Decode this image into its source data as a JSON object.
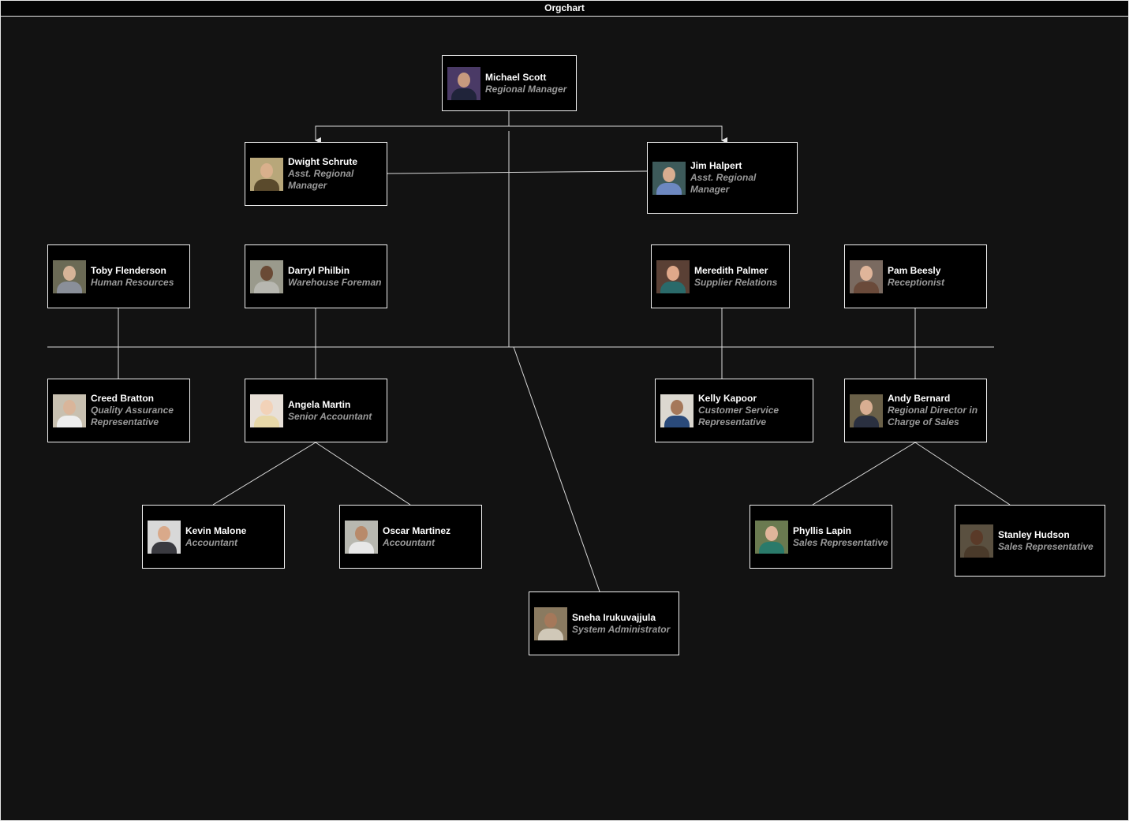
{
  "window": {
    "title": "Orgchart"
  },
  "employees": [
    {
      "id": "michael",
      "name": "Michael Scott",
      "title": "Regional Manager",
      "photo": {
        "bg": "#4a3a66",
        "face": "#c79a7e",
        "shirt": "#20243a"
      }
    },
    {
      "id": "dwight",
      "name": "Dwight Schrute",
      "title": [
        "Asst. Regional",
        "Manager"
      ],
      "photo": {
        "bg": "#b8a77a",
        "face": "#d9b08c",
        "shirt": "#5a4a2c"
      }
    },
    {
      "id": "jim",
      "name": "Jim Halpert",
      "title": [
        "Asst. Regional",
        "Manager"
      ],
      "photo": {
        "bg": "#3d5a5a",
        "face": "#d8ad90",
        "shirt": "#6d88c0"
      }
    },
    {
      "id": "toby",
      "name": "Toby Flenderson",
      "title": "Human Resources",
      "photo": {
        "bg": "#6b6a55",
        "face": "#d6b397",
        "shirt": "#8a8f99"
      }
    },
    {
      "id": "darryl",
      "name": "Darryl Philbin",
      "title": "Warehouse Foreman",
      "photo": {
        "bg": "#9a9a8c",
        "face": "#6a4a35",
        "shirt": "#b7b7b0"
      }
    },
    {
      "id": "meredith",
      "name": "Meredith Palmer",
      "title": "Supplier Relations",
      "photo": {
        "bg": "#5a4035",
        "face": "#e0a88a",
        "shirt": "#2a6a6a"
      }
    },
    {
      "id": "pam",
      "name": "Pam Beesly",
      "title": "Receptionist",
      "photo": {
        "bg": "#7a6a60",
        "face": "#e0b59a",
        "shirt": "#6a4a3a"
      }
    },
    {
      "id": "creed",
      "name": "Creed Bratton",
      "title": [
        "Quality Assurance",
        "Representative"
      ],
      "photo": {
        "bg": "#c8c0b0",
        "face": "#d9b59a",
        "shirt": "#eeeeee"
      }
    },
    {
      "id": "angela",
      "name": "Angela Martin",
      "title": "Senior Accountant",
      "photo": {
        "bg": "#e8e0d8",
        "face": "#f2d2b8",
        "shirt": "#e8d8a8"
      }
    },
    {
      "id": "kelly",
      "name": "Kelly Kapoor",
      "title": [
        "Customer Service",
        "Representative"
      ],
      "photo": {
        "bg": "#dcd8d0",
        "face": "#a5785a",
        "shirt": "#2a4a7a"
      }
    },
    {
      "id": "andy",
      "name": "Andy Bernard",
      "title": [
        "Regional Director in",
        "Charge of Sales"
      ],
      "photo": {
        "bg": "#6a6048",
        "face": "#d8ae92",
        "shirt": "#2a3040"
      }
    },
    {
      "id": "kevin",
      "name": "Kevin Malone",
      "title": "Accountant",
      "photo": {
        "bg": "#d8d8d8",
        "face": "#d9a98a",
        "shirt": "#3a3a40"
      }
    },
    {
      "id": "oscar",
      "name": "Oscar Martinez",
      "title": "Accountant",
      "photo": {
        "bg": "#b8b8b0",
        "face": "#b88a6a",
        "shirt": "#e8e8e8"
      }
    },
    {
      "id": "sneha",
      "name": "Sneha Irukuvajjula",
      "title": "System Administrator",
      "photo": {
        "bg": "#8a7a60",
        "face": "#a5785a",
        "shirt": "#d0c8b8"
      }
    },
    {
      "id": "phyllis",
      "name": "Phyllis Lapin",
      "title": "Sales Representative",
      "photo": {
        "bg": "#6a7a50",
        "face": "#e0b59a",
        "shirt": "#2a7a6a"
      }
    },
    {
      "id": "stanley",
      "name": "Stanley Hudson",
      "title": "Sales Representative",
      "photo": {
        "bg": "#5a5040",
        "face": "#5a3a28",
        "shirt": "#4a3a2a"
      }
    }
  ]
}
